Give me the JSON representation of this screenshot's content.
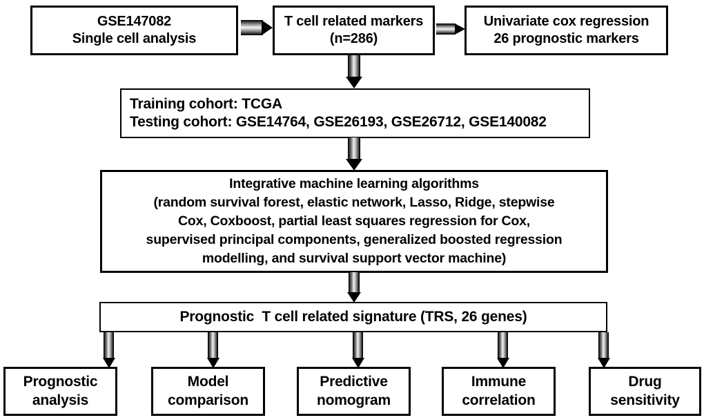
{
  "diagram": {
    "title": "Study workflow flowchart",
    "colors": {
      "box_border": "#000000",
      "box_fill": "#ffffff",
      "text": "#000000",
      "arrow": "#000000"
    },
    "nodes": {
      "dataset": {
        "lines": [
          "GSE147082",
          "Single cell analysis"
        ]
      },
      "markers": {
        "lines": [
          "T cell related markers",
          "(n=286)"
        ]
      },
      "univariate": {
        "lines": [
          "Univariate cox regression",
          "26 prognostic markers"
        ]
      },
      "cohorts": {
        "lines": [
          "Training cohort: TCGA",
          "Testing cohort: GSE14764, GSE26193, GSE26712, GSE140082"
        ]
      },
      "algorithms": {
        "lines": [
          "Integrative machine learning algorithms",
          "(random survival forest, elastic network, Lasso, Ridge, stepwise",
          "Cox, Coxboost, partial least squares regression for Cox,",
          "supervised principal components, generalized boosted regression",
          "modelling, and survival support vector machine)"
        ]
      },
      "signature": {
        "lines": [
          "Prognostic  T cell related signature (TRS, 26 genes)"
        ]
      },
      "outputs": [
        {
          "lines": [
            "Prognostic",
            "analysis"
          ]
        },
        {
          "lines": [
            "Model",
            "comparison"
          ]
        },
        {
          "lines": [
            "Predictive",
            "nomogram"
          ]
        },
        {
          "lines": [
            "Immune",
            "correlation"
          ]
        },
        {
          "lines": [
            "Drug",
            "sensitivity"
          ]
        }
      ]
    },
    "edges": [
      {
        "from": "dataset",
        "to": "markers",
        "direction": "right"
      },
      {
        "from": "markers",
        "to": "univariate",
        "direction": "right"
      },
      {
        "from": "markers",
        "to": "cohorts",
        "direction": "down"
      },
      {
        "from": "cohorts",
        "to": "algorithms",
        "direction": "down"
      },
      {
        "from": "algorithms",
        "to": "signature",
        "direction": "down"
      },
      {
        "from": "signature",
        "to": "output-0",
        "direction": "down"
      },
      {
        "from": "signature",
        "to": "output-1",
        "direction": "down"
      },
      {
        "from": "signature",
        "to": "output-2",
        "direction": "down"
      },
      {
        "from": "signature",
        "to": "output-3",
        "direction": "down"
      },
      {
        "from": "signature",
        "to": "output-4",
        "direction": "down"
      }
    ]
  }
}
